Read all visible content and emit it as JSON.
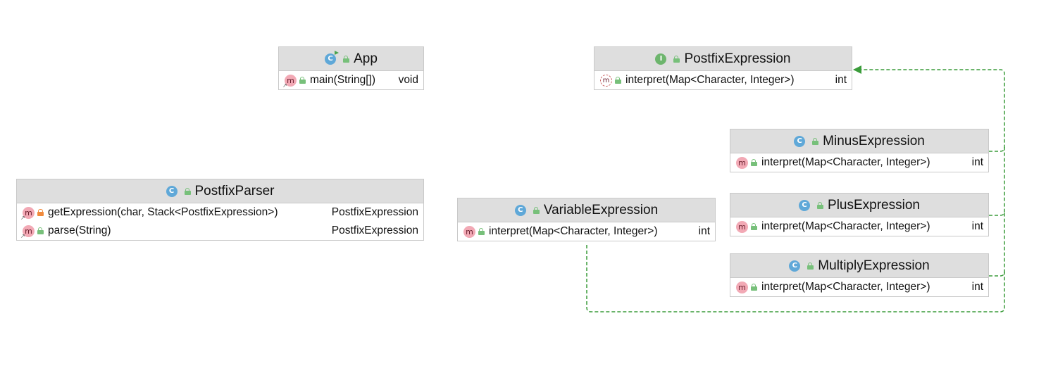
{
  "colors": {
    "header_bg": "#dedede",
    "border": "#c9c9c9",
    "class_icon": "#5fa8d8",
    "interface_icon": "#6db56d",
    "method_icon": "#f2a9b5",
    "public_icon": "#77c07a",
    "private_icon": "#f08a3c",
    "edge": "#3a9c3a"
  },
  "nodes": {
    "app": {
      "kind": "class",
      "icon": "C",
      "title": "App",
      "methods": [
        {
          "icon": "m",
          "visibility": "public",
          "static": true,
          "signature": "main(String[])",
          "return": "void"
        }
      ]
    },
    "postfix_expression": {
      "kind": "interface",
      "icon": "I",
      "title": "PostfixExpression",
      "methods": [
        {
          "icon": "m",
          "visibility": "public",
          "abstract": true,
          "signature": "interpret(Map<Character, Integer>)",
          "return": "int"
        }
      ]
    },
    "postfix_parser": {
      "kind": "class",
      "icon": "C",
      "title": "PostfixParser",
      "methods": [
        {
          "icon": "m",
          "visibility": "private",
          "static": true,
          "signature": "getExpression(char, Stack<PostfixExpression>)",
          "return": "PostfixExpression"
        },
        {
          "icon": "m",
          "visibility": "public",
          "static": true,
          "signature": "parse(String)",
          "return": "PostfixExpression"
        }
      ]
    },
    "variable_expression": {
      "kind": "class",
      "icon": "C",
      "title": "VariableExpression",
      "methods": [
        {
          "icon": "m",
          "visibility": "public",
          "signature": "interpret(Map<Character, Integer>)",
          "return": "int"
        }
      ]
    },
    "minus_expression": {
      "kind": "class",
      "icon": "C",
      "title": "MinusExpression",
      "methods": [
        {
          "icon": "m",
          "visibility": "public",
          "signature": "interpret(Map<Character, Integer>)",
          "return": "int"
        }
      ]
    },
    "plus_expression": {
      "kind": "class",
      "icon": "C",
      "title": "PlusExpression",
      "methods": [
        {
          "icon": "m",
          "visibility": "public",
          "signature": "interpret(Map<Character, Integer>)",
          "return": "int"
        }
      ]
    },
    "multiply_expression": {
      "kind": "class",
      "icon": "C",
      "title": "MultiplyExpression",
      "methods": [
        {
          "icon": "m",
          "visibility": "public",
          "signature": "interpret(Map<Character, Integer>)",
          "return": "int"
        }
      ]
    }
  },
  "edges": [
    {
      "from": "MinusExpression",
      "to": "PostfixExpression",
      "type": "implements"
    },
    {
      "from": "PlusExpression",
      "to": "PostfixExpression",
      "type": "implements"
    },
    {
      "from": "MultiplyExpression",
      "to": "PostfixExpression",
      "type": "implements"
    },
    {
      "from": "VariableExpression",
      "to": "PostfixExpression",
      "type": "implements"
    }
  ]
}
